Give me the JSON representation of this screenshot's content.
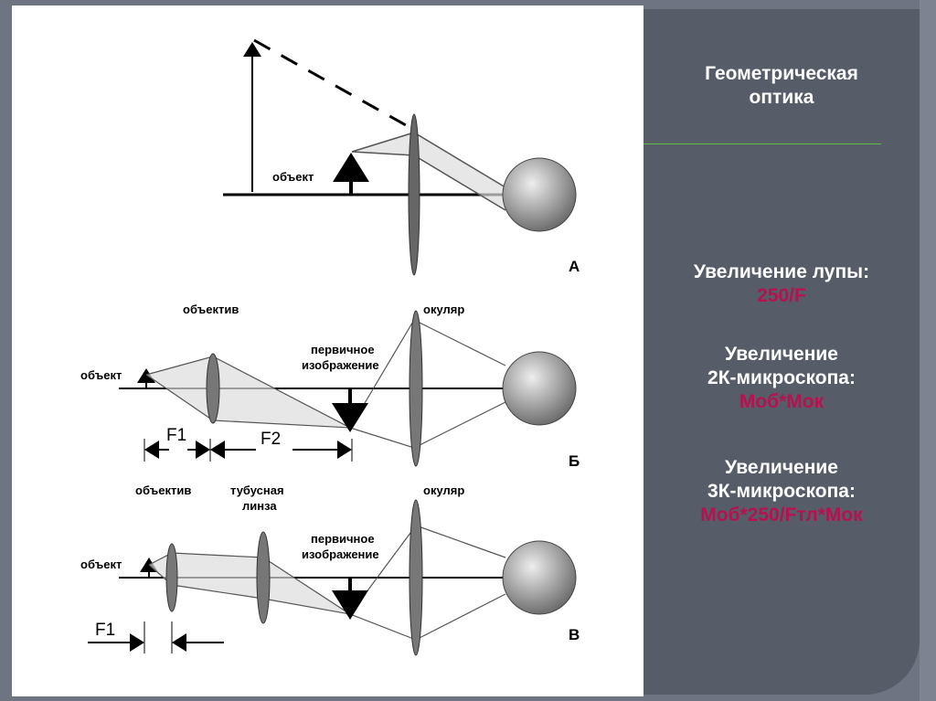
{
  "panel": {
    "title_line1": "Геометрическая",
    "title_line2": "оптика",
    "loupe_label": "Увеличение лупы:",
    "loupe_formula": "250/F",
    "micro2_line1": "Увеличение",
    "micro2_line2": "2К-микроскопа:",
    "micro2_formula": "Моб*Мок",
    "micro3_line1": "Увеличение",
    "micro3_line2": "3К-микроскопа:",
    "micro3_formula": "Моб*250/Fтл*Мок"
  },
  "diagram": {
    "a": {
      "object": "объект",
      "letter": "А"
    },
    "b": {
      "objective": "объектив",
      "eyepiece": "окуляр",
      "object": "объект",
      "primary1": "первичное",
      "primary2": "изображение",
      "f1": "F1",
      "f2": "F2",
      "letter": "Б"
    },
    "c": {
      "objective": "объектив",
      "tube1": "тубусная",
      "tube2": "линза",
      "eyepiece": "окуляр",
      "object": "объект",
      "primary1": "первичное",
      "primary2": "изображение",
      "f1": "F1",
      "letter": "В"
    }
  },
  "colors": {
    "formula": "#b5124f",
    "panel": "#565c68",
    "rule": "#5fbf3f"
  }
}
